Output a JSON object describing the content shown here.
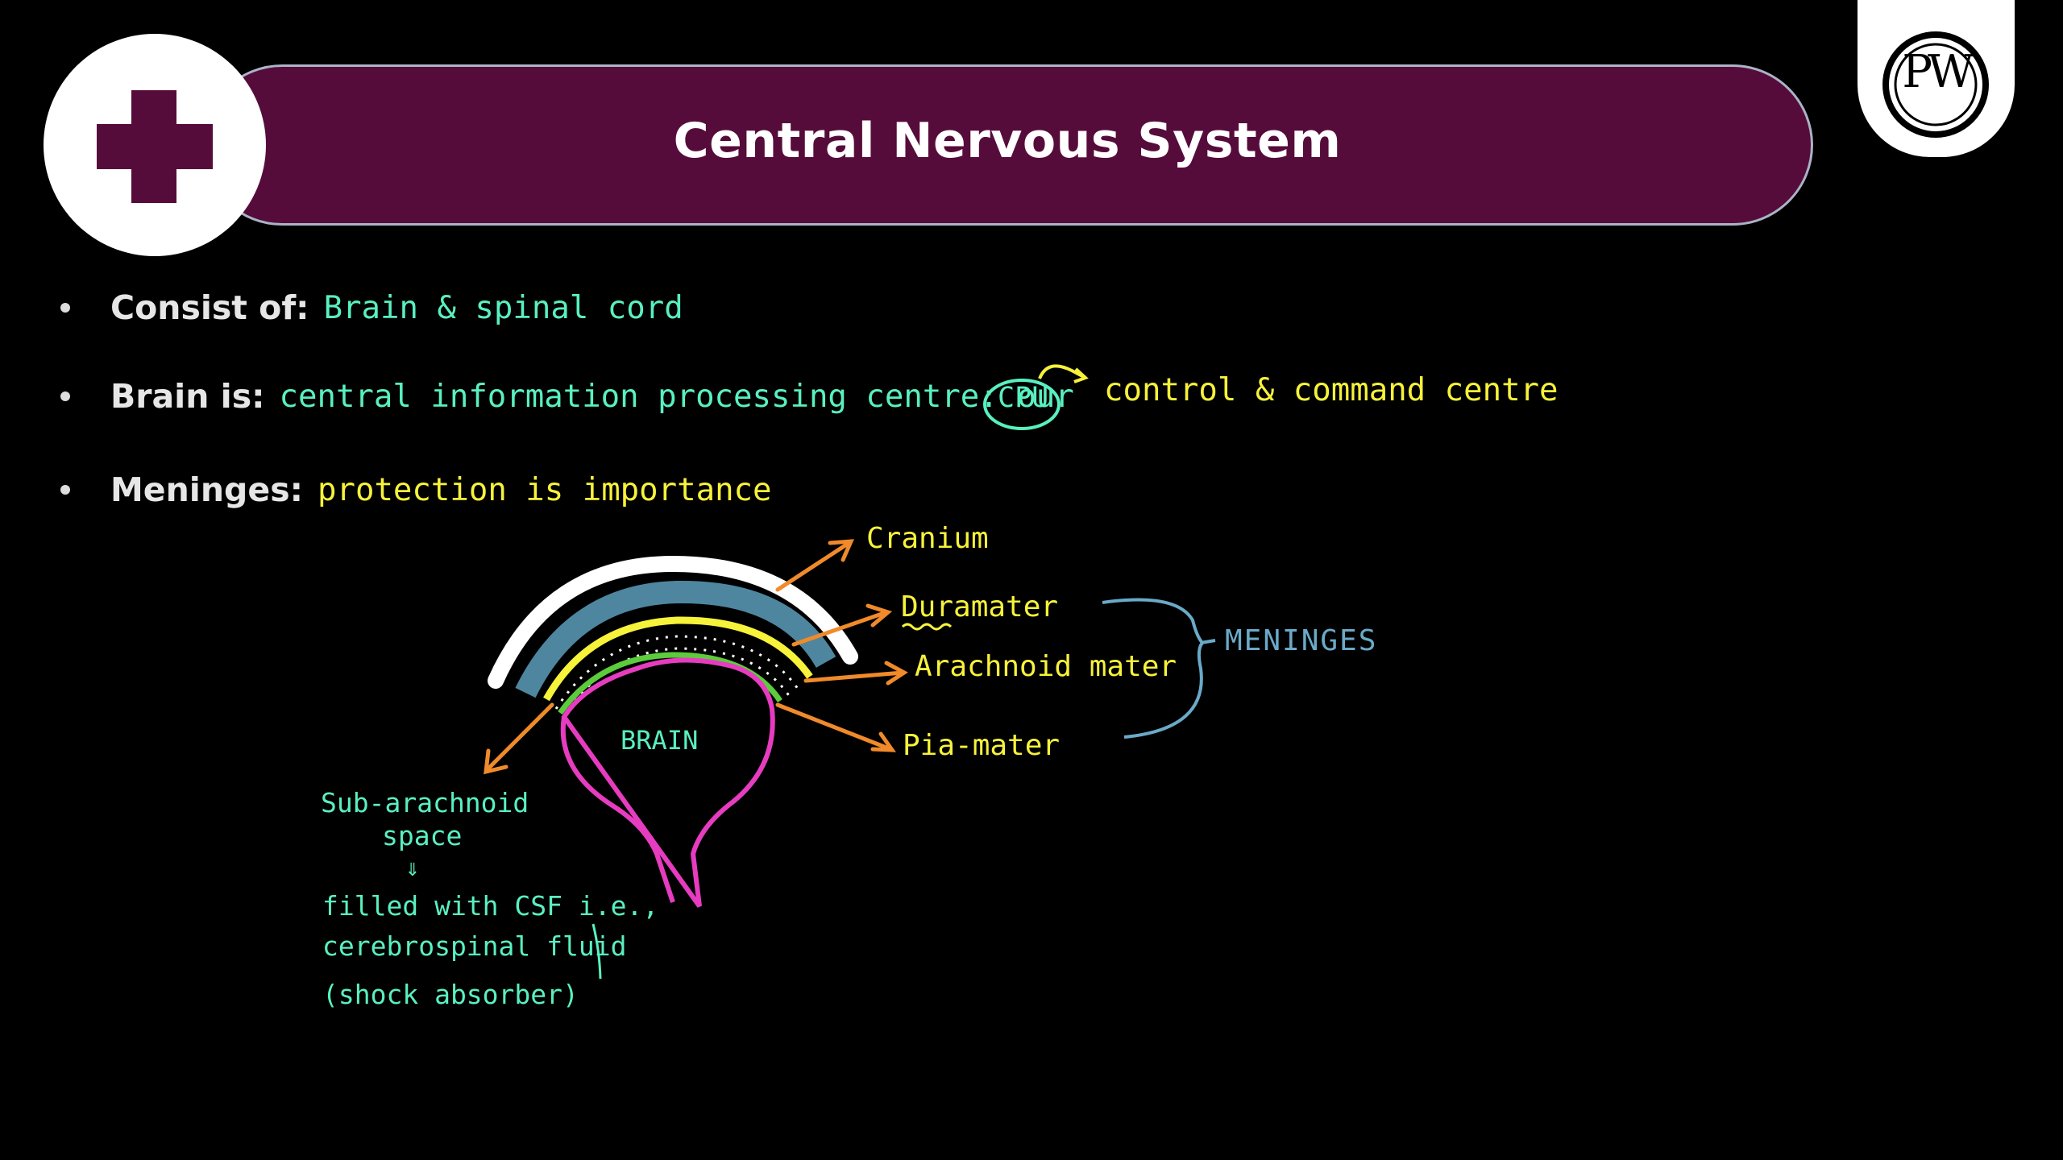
{
  "header": {
    "title": "Central Nervous System"
  },
  "logo": {
    "text": "PW"
  },
  "bullets": {
    "consist": {
      "label": "Consist of:",
      "value": "Brain & spinal cord"
    },
    "brain": {
      "label": "Brain is:",
      "value": "central information processing centre: our",
      "cpu": "CPU",
      "extra": "control & command centre"
    },
    "meninges": {
      "label": "Meninges:",
      "value": "protection is importance"
    }
  },
  "diagram": {
    "cranium": "Cranium",
    "duramater": "Duramater",
    "arachnoid": "Arachnoid mater",
    "piamater": "Pia-mater",
    "meninges": "MENINGES",
    "brain": "BRAIN",
    "subarachnoid_1": "Sub-arachnoid",
    "subarachnoid_2": "space",
    "down_arrow": "⇓",
    "csf_1": "filled with CSF i.e.,",
    "csf_2": "cerebrospinal fluid",
    "csf_3": "(shock absorber)"
  },
  "colors": {
    "header_bg": "#560c3a",
    "handwriting_green": "#59f0c0",
    "handwriting_yellow": "#f7f23a",
    "arrow_orange": "#f08a2a",
    "meninges_blue": "#6aaac8",
    "pia_pink": "#e63cc0"
  }
}
